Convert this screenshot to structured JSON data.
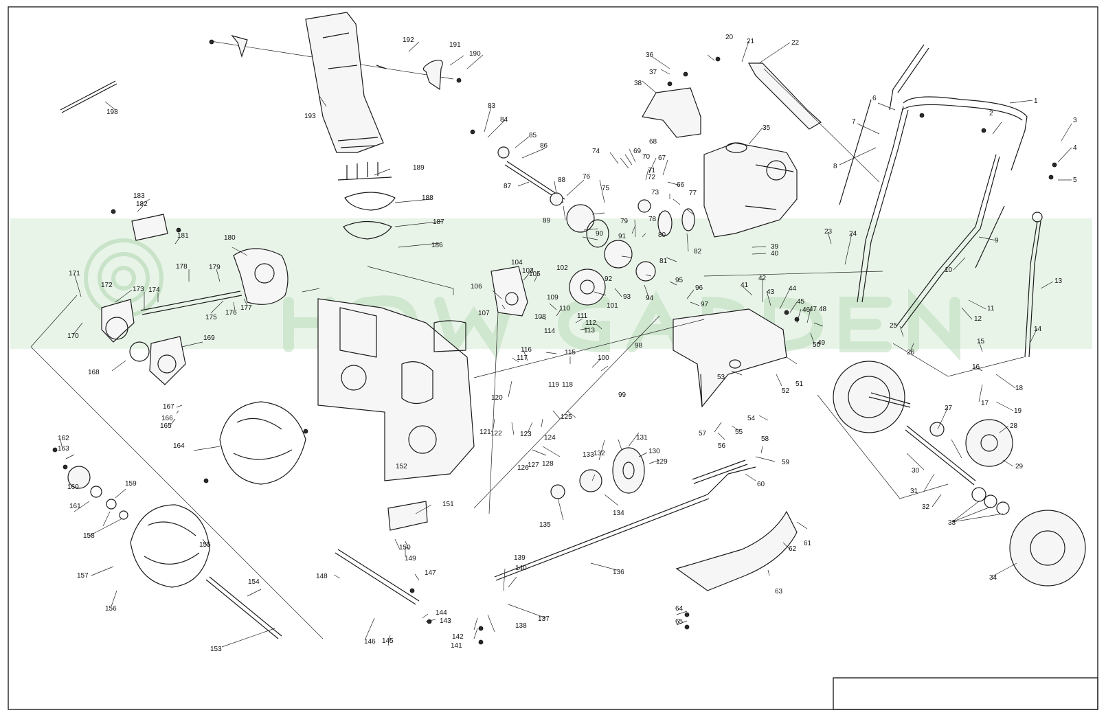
{
  "labels": [
    "1",
    "2",
    "3",
    "4",
    "5",
    "6",
    "7",
    "8",
    "9",
    "10",
    "11",
    "12",
    "13",
    "14",
    "15",
    "16",
    "17",
    "18",
    "19",
    "20",
    "21",
    "22",
    "23",
    "24",
    "25",
    "26",
    "27",
    "28",
    "29",
    "30",
    "31",
    "32",
    "33",
    "34",
    "35",
    "36",
    "37",
    "38",
    "39",
    "40",
    "41",
    "42",
    "43",
    "44",
    "45",
    "46",
    "47",
    "48",
    "49",
    "50",
    "51",
    "52",
    "53",
    "54",
    "55",
    "56",
    "57",
    "58",
    "59",
    "60",
    "61",
    "62",
    "63",
    "64",
    "65",
    "66",
    "67",
    "68",
    "69",
    "70",
    "71",
    "72",
    "73",
    "74",
    "75",
    "76",
    "77",
    "78",
    "79",
    "80",
    "81",
    "82",
    "83",
    "84",
    "85",
    "86",
    "87",
    "88",
    "89",
    "90",
    "91",
    "92",
    "93",
    "94",
    "95",
    "96",
    "97",
    "98",
    "99",
    "100",
    "101",
    "102",
    "103",
    "104",
    "105",
    "106",
    "107",
    "108",
    "109",
    "110",
    "111",
    "112",
    "113",
    "114",
    "115",
    "116",
    "117",
    "118",
    "119",
    "120",
    "121",
    "122",
    "123",
    "124",
    "125",
    "126",
    "127",
    "128",
    "129",
    "130",
    "131",
    "132",
    "133",
    "134",
    "135",
    "136",
    "137",
    "138",
    "139",
    "140",
    "141",
    "142",
    "143",
    "144",
    "145",
    "146",
    "147",
    "148",
    "149",
    "150",
    "151",
    "152",
    "153",
    "154",
    "155",
    "156",
    "157",
    "158",
    "159",
    "160",
    "161",
    "162",
    "163",
    "164",
    "165",
    "166",
    "167",
    "168",
    "169",
    "170",
    "171",
    "172",
    "173",
    "174",
    "175",
    "176",
    "177",
    "178",
    "179",
    "180",
    "181",
    "182",
    "183",
    "186",
    "187",
    "188",
    "189",
    "190",
    "191",
    "192",
    "193",
    "198"
  ],
  "title_block": {
    "text": ""
  }
}
